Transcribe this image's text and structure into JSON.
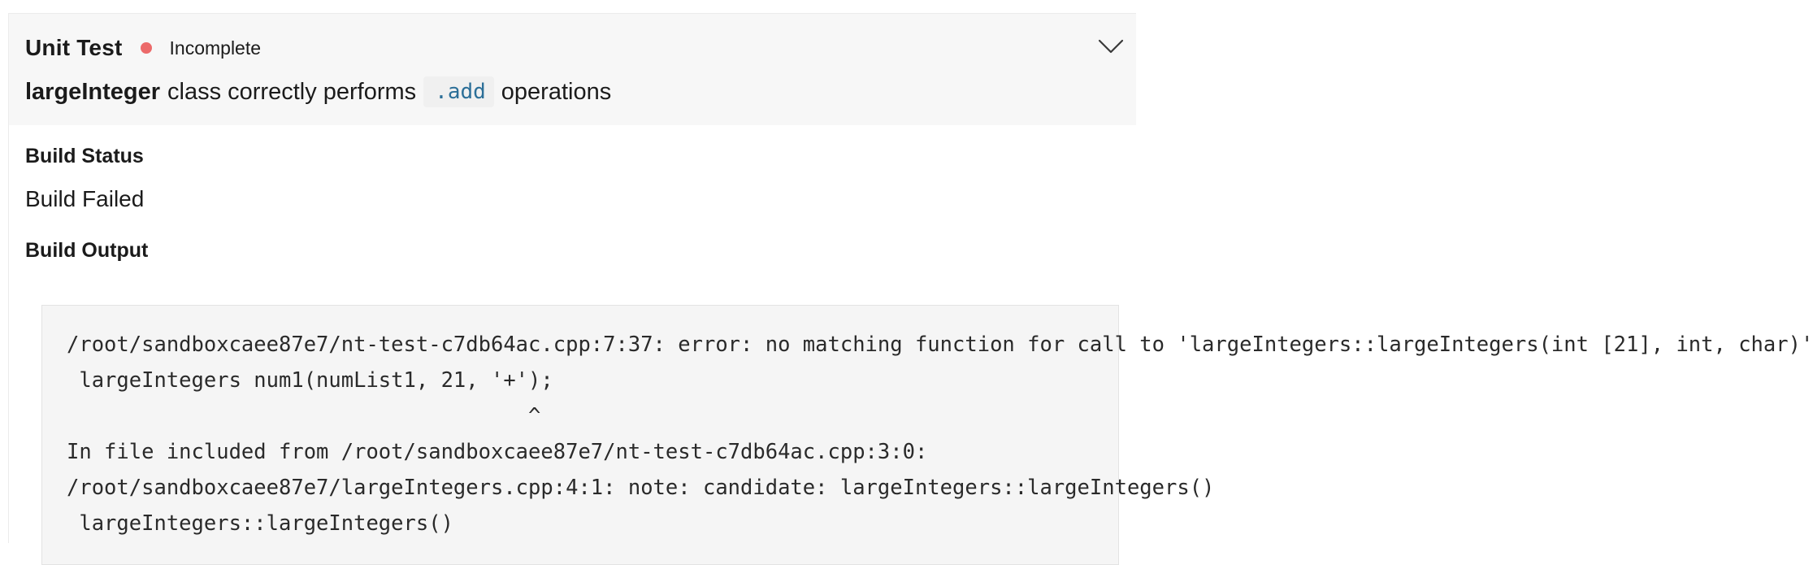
{
  "unit_test": {
    "type_label": "Unit Test",
    "status_label": "Incomplete",
    "status_color": "#ec6a6a",
    "expand_icon": "chevron-down-icon",
    "title": {
      "bold_part": "largeInteger",
      "middle_text": "class correctly performs",
      "code": ".add",
      "end_text": "operations"
    }
  },
  "build": {
    "status_heading": "Build Status",
    "status_value": "Build Failed",
    "output_heading": "Build Output",
    "output_lines": [
      "/root/sandboxcaee87e7/nt-test-c7db64ac.cpp:7:37: error: no matching function for call to 'largeIntegers::largeIntegers(int [21], int, char)'",
      " largeIntegers num1(numList1, 21, '+');",
      "                                     ^",
      "In file included from /root/sandboxcaee87e7/nt-test-c7db64ac.cpp:3:0:",
      "/root/sandboxcaee87e7/largeIntegers.cpp:4:1: note: candidate: largeIntegers::largeIntegers()",
      " largeIntegers::largeIntegers()"
    ]
  }
}
